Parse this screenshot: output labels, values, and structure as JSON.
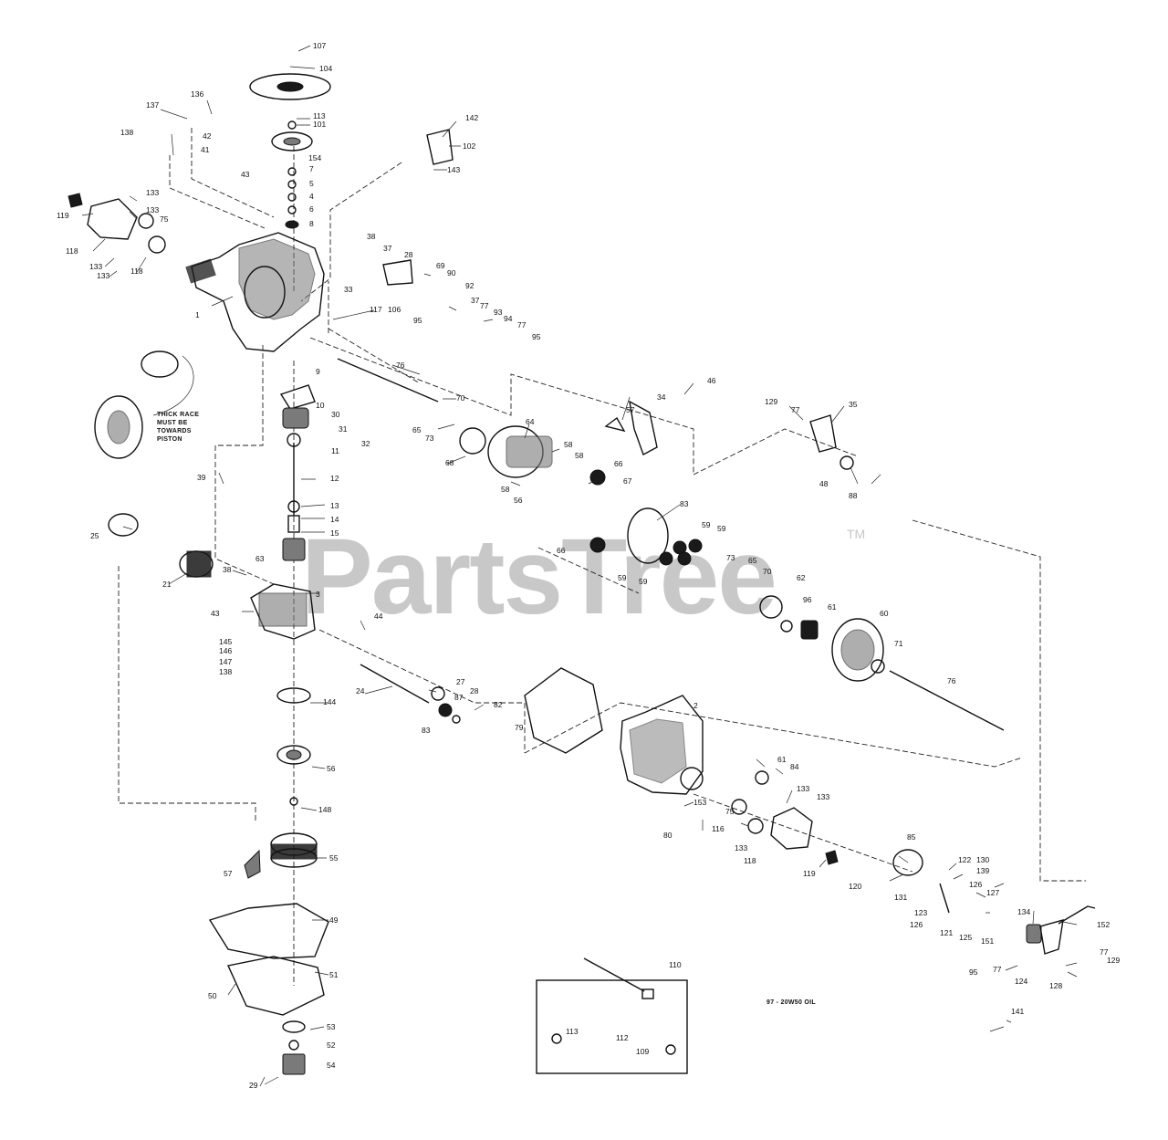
{
  "watermark": {
    "text": "PartsTree",
    "trademark": "TM"
  },
  "notes": {
    "race_line1": "THICK RACE",
    "race_line2": "MUST BE",
    "race_line3": "TOWARDS",
    "race_line4": "PISTON",
    "oil": "97 - 20W50 OIL"
  },
  "labels": {
    "l107": "107",
    "l104": "104",
    "l136": "136",
    "l137": "137",
    "l113a": "113",
    "l101": "101",
    "l142": "142",
    "l102": "102",
    "l143": "143",
    "l138a": "138",
    "l42": "42",
    "l41": "41",
    "l154": "154",
    "l43a": "43",
    "l7": "7",
    "l5": "5",
    "l4": "4",
    "l6": "6",
    "l8": "8",
    "l119a": "119",
    "l133a": "133",
    "l133b": "133",
    "l75a": "75",
    "l118a": "118",
    "l133c": "133",
    "l133d": "133",
    "l118b": "118",
    "l1": "1",
    "l33": "33",
    "l117": "117",
    "l38a": "38",
    "l37a": "37",
    "l28a": "28",
    "l69": "69",
    "l90": "90",
    "l92": "92",
    "l37b": "37",
    "l77a": "77",
    "l93": "93",
    "l94": "94",
    "l77b": "77",
    "l95a": "95",
    "l106": "106",
    "l95b": "95",
    "l76a": "76",
    "l9": "9",
    "l10": "10",
    "l30": "30",
    "l31": "31",
    "l11": "11",
    "l32": "32",
    "l12": "12",
    "l13": "13",
    "l14": "14",
    "l15": "15",
    "l39a": "39",
    "l25": "25",
    "l21": "21",
    "l63": "63",
    "l38b": "38",
    "l3": "3",
    "l43b": "43",
    "l44": "44",
    "l145": "145",
    "l146": "146",
    "l147": "147",
    "l138b": "138",
    "l70a": "70",
    "l65a": "65",
    "l73a": "73",
    "l68": "68",
    "l64": "64",
    "l58a": "58",
    "l58b": "58",
    "l58c": "58",
    "l56": "56",
    "l66a": "66",
    "l67": "67",
    "l57a": "57",
    "l34": "34",
    "l46": "46",
    "l129a": "129",
    "l77c": "77",
    "l35": "35",
    "l48": "48",
    "l88": "88",
    "l83a": "83",
    "l59a": "59",
    "l59b": "59",
    "l59c": "59",
    "l59d": "59",
    "l66b": "66",
    "l73b": "73",
    "l65b": "65",
    "l70b": "70",
    "l62": "62",
    "l96": "96",
    "l61a": "61",
    "l60": "60",
    "l71": "71",
    "l76b": "76",
    "l24": "24",
    "l27": "27",
    "l28b": "28",
    "l87": "87",
    "l82": "82",
    "l83b": "83",
    "l79": "79",
    "l2": "2",
    "l144": "144",
    "l56b": "56",
    "l148": "148",
    "l57b": "57",
    "l55": "55",
    "l49": "49",
    "l51": "51",
    "l50": "50",
    "l53": "53",
    "l52": "52",
    "l54": "54",
    "l29": "29",
    "l61b": "61",
    "l84": "84",
    "l153": "153",
    "l80": "80",
    "l116": "116",
    "l75b": "75",
    "l133e": "133",
    "l133f": "133",
    "l133g": "133",
    "l118c": "118",
    "l119b": "119",
    "l85": "85",
    "l120": "120",
    "l131": "131",
    "l122": "122",
    "l130": "130",
    "l139": "139",
    "l126a": "126",
    "l123": "123",
    "l127": "127",
    "l126b": "126",
    "l121": "121",
    "l125": "125",
    "l151": "151",
    "l134": "134",
    "l152": "152",
    "l95c": "95",
    "l77d": "77",
    "l77e": "77",
    "l129b": "129",
    "l128": "128",
    "l124": "124",
    "l110": "110",
    "l113b": "113",
    "l112": "112",
    "l109": "109",
    "l141": "141"
  }
}
